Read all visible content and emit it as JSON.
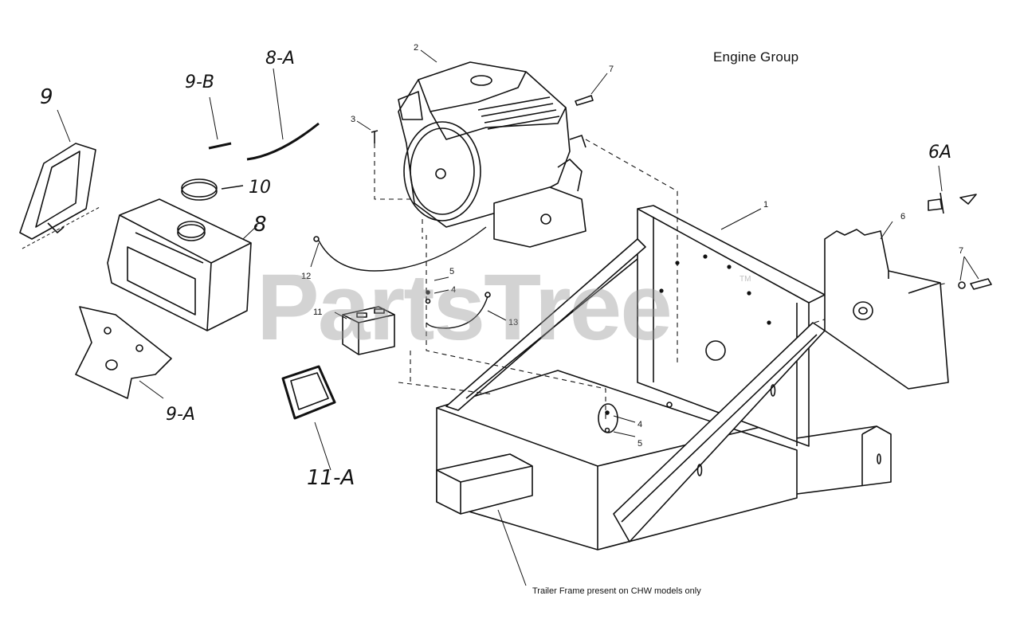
{
  "title": "Engine Group",
  "footnote": "Trailer Frame present on CHW models only",
  "watermark": "PartsTree",
  "watermark_tm": "TM",
  "callouts": {
    "c1": "1",
    "c2": "2",
    "c3": "3",
    "c4a": "4",
    "c4b": "4",
    "c5a": "5",
    "c5b": "5",
    "c6": "6",
    "c6a": "6A",
    "c7a": "7",
    "c7b": "7",
    "c8": "8",
    "c8a": "8-A",
    "c9": "9",
    "c9a": "9-A",
    "c9b": "9-B",
    "c10": "10",
    "c11": "11",
    "c11a": "11-A",
    "c12": "12",
    "c13": "13"
  },
  "colors": {
    "ink": "#111111",
    "watermark": "#969696"
  }
}
